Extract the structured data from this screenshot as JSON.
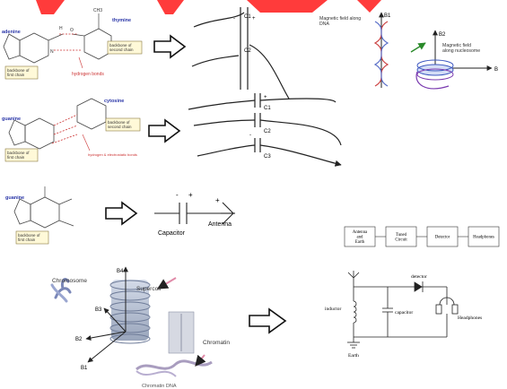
{
  "top_banner": {
    "color": "#ff3b3b"
  },
  "row1": {
    "molecule": {
      "adenine": "adenine",
      "thymine": "thymine",
      "ch3": "CH3",
      "backbone_first": "backbone of\nfirst chain",
      "backbone_second": "backbone of\nsecond chain",
      "hydrogen_bonds": "hydrogen bonds",
      "atom_h": "H",
      "atom_n": "N",
      "atom_o": "O"
    },
    "capacitor_labels": {
      "c1": "C1",
      "c2": "C2",
      "plus": "+",
      "minus": "-"
    },
    "field_dna": {
      "b1": "B1",
      "caption": "Magnetic field along\nDNA"
    },
    "field_nucleosome": {
      "b2": "B2",
      "b": "B",
      "caption": "Magnetic field\nalong nucleosome"
    }
  },
  "row2": {
    "molecule": {
      "guanine": "guanine",
      "cytosine": "cytosine",
      "backbone_first": "backbone of\nfirst chain",
      "backbone_second": "backbone of\nsecond chain",
      "hydrogen_bonds": "hydrogen & electrostatic bonds"
    },
    "capacitor_labels": {
      "c1": "C1",
      "c2": "C2",
      "c3": "C3",
      "plus": "+",
      "minus": "-"
    }
  },
  "row3": {
    "molecule": {
      "guanine": "guanine",
      "backbone_first": "backbone of\nfirst chain"
    },
    "capacitor": "Capacitor",
    "antenna": "Antenna",
    "minus": "-",
    "plus": "+",
    "block_diagram": [
      "Antenna\nand\nEarth",
      "Tuned\nCircuit",
      "Detector",
      "Headphones"
    ]
  },
  "row4": {
    "chromosome": "Chromosome",
    "supercoil": "Supercoil",
    "chromatin": "Chromatin",
    "chromatin_dna": "Chromatin DNA",
    "axes": {
      "b1": "B1",
      "b2": "B2",
      "b3": "B3",
      "b4": "B4"
    },
    "circuit": {
      "detector": "detector",
      "inductor": "inductor",
      "capacitor": "capacitor",
      "headphones": "Headphones",
      "earth": "Earth"
    }
  }
}
